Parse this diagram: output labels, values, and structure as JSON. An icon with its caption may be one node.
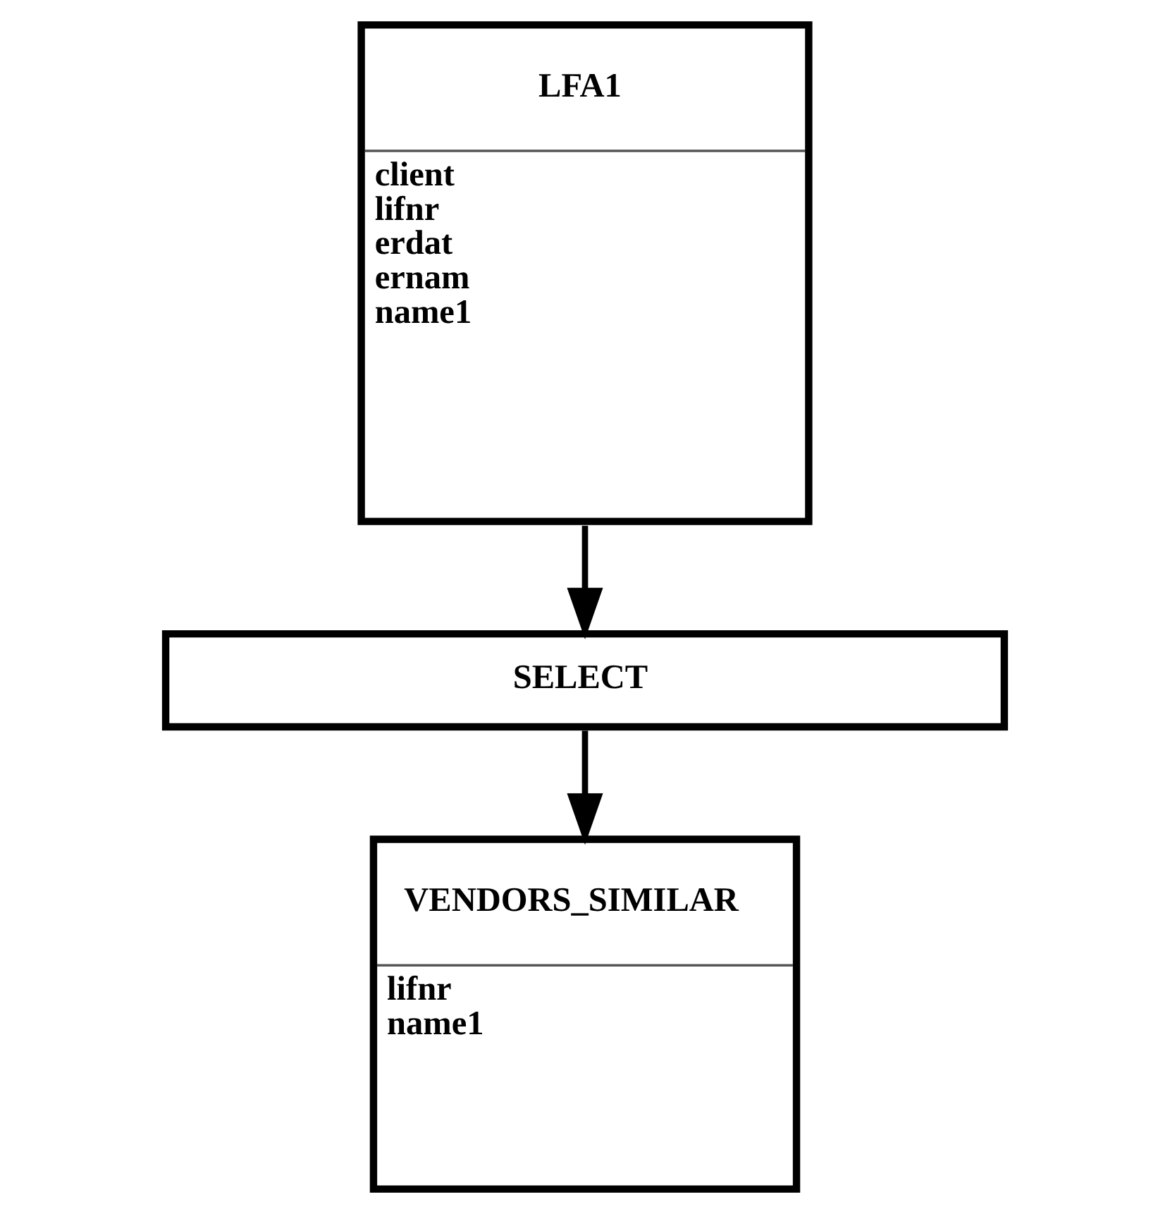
{
  "diagram": {
    "nodes": [
      {
        "text": [
          "LFA1",
          "client",
          "lifnr",
          "erdat",
          "ernam",
          "name1"
        ]
      },
      {
        "text": [
          "SELECT"
        ]
      },
      {
        "text": [
          "VENDORS_SIMILAR",
          "lifnr",
          "name1"
        ]
      }
    ],
    "edges": [
      {
        "from": 0,
        "to": 1,
        "arrow": "to"
      },
      {
        "from": 1,
        "to": 2,
        "arrow": "to"
      }
    ]
  }
}
